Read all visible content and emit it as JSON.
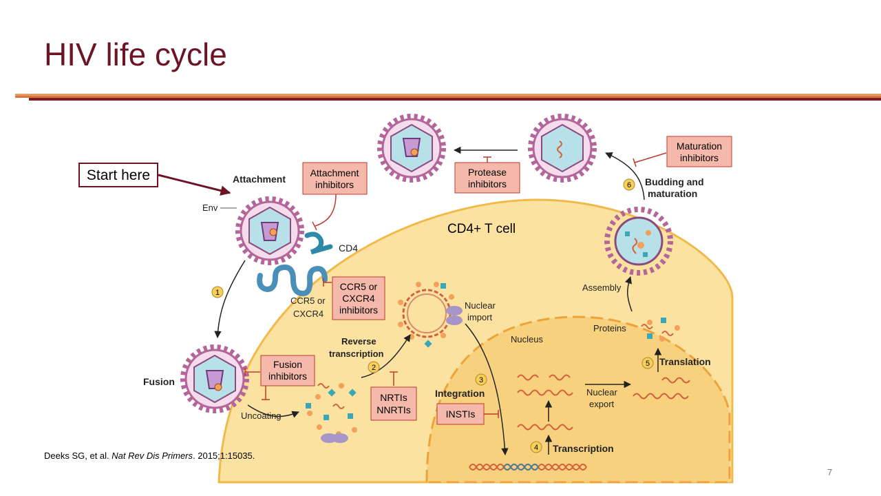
{
  "slide": {
    "title": "HIV life cycle",
    "start_label": "Start here",
    "citation_prefix": "Deeks SG, et al. ",
    "citation_journal": "Nat Rev Dis Primers",
    "citation_suffix": ". 2015;1:15035.",
    "page_number": "7"
  },
  "colors": {
    "title": "#6b1424",
    "cell_fill": "#fbe2a0",
    "cell_border": "#f0b94a",
    "inhibitor_box": "#f4b9ab",
    "virus": "#b4659a",
    "capsid": "#b7e0e8"
  },
  "diagram": {
    "cell_label": "CD4+ T cell",
    "nucleus_label": "Nucleus",
    "labels": {
      "attachment": "Attachment",
      "env": "Env",
      "cd4": "CD4",
      "coreceptor_1": "CCR5 or",
      "coreceptor_2": "CXCR4",
      "fusion": "Fusion",
      "uncoating": "Uncoating",
      "reverse_1": "Reverse",
      "reverse_2": "transcription",
      "nuclear_import_1": "Nuclear",
      "nuclear_import_2": "import",
      "integration": "Integration",
      "transcription": "Transcription",
      "nuclear_export_1": "Nuclear",
      "nuclear_export_2": "export",
      "translation": "Translation",
      "proteins": "Proteins",
      "assembly": "Assembly",
      "budding_1": "Budding and",
      "budding_2": "maturation"
    },
    "steps": [
      "1",
      "2",
      "3",
      "4",
      "5",
      "6"
    ],
    "inhibitors": {
      "attachment": [
        "Attachment",
        "inhibitors"
      ],
      "protease": [
        "Protease",
        "inhibitors"
      ],
      "maturation": [
        "Maturation",
        "inhibitors"
      ],
      "ccr5": [
        "CCR5 or",
        "CXCR4",
        "inhibitors"
      ],
      "fusion": [
        "Fusion",
        "inhibitors"
      ],
      "nrti": [
        "NRTIs",
        "NNRTIs"
      ],
      "insti": [
        "INSTIs"
      ]
    }
  }
}
